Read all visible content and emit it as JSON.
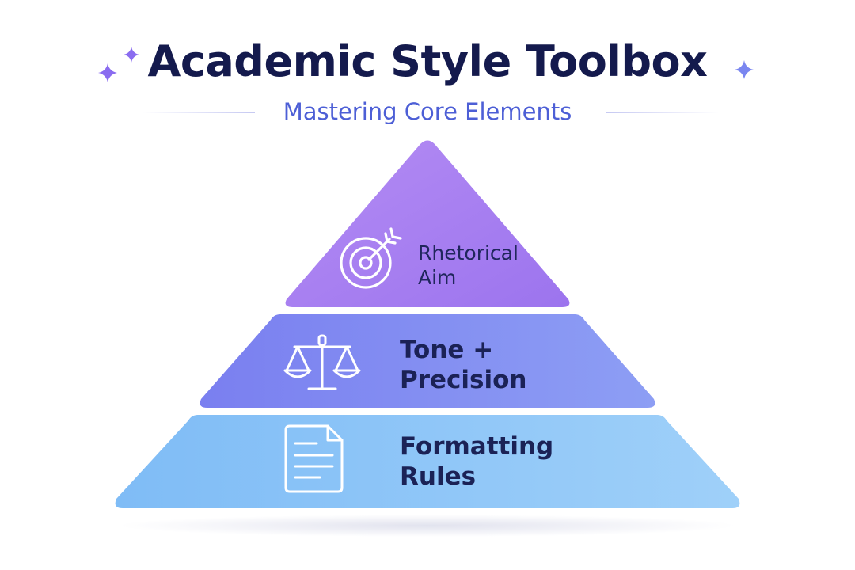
{
  "title": "Academic Style Toolbox",
  "subtitle": "Mastering Core Elements",
  "colors": {
    "title": "#141a4d",
    "subtitle": "#4d5fd6",
    "tier_top": "#a97ff0",
    "tier_middle": "#7f8ef2",
    "tier_bottom": "#8fc6f7",
    "sparkle": "#8a6cf0"
  },
  "tiers": [
    {
      "lines": [
        "Rhetorical",
        "Aim"
      ],
      "icon": "target-arrow-icon"
    },
    {
      "lines": [
        "Tone +",
        "Precision"
      ],
      "icon": "balance-scale-icon"
    },
    {
      "lines": [
        "Formatting",
        "Rules"
      ],
      "icon": "document-icon"
    }
  ]
}
